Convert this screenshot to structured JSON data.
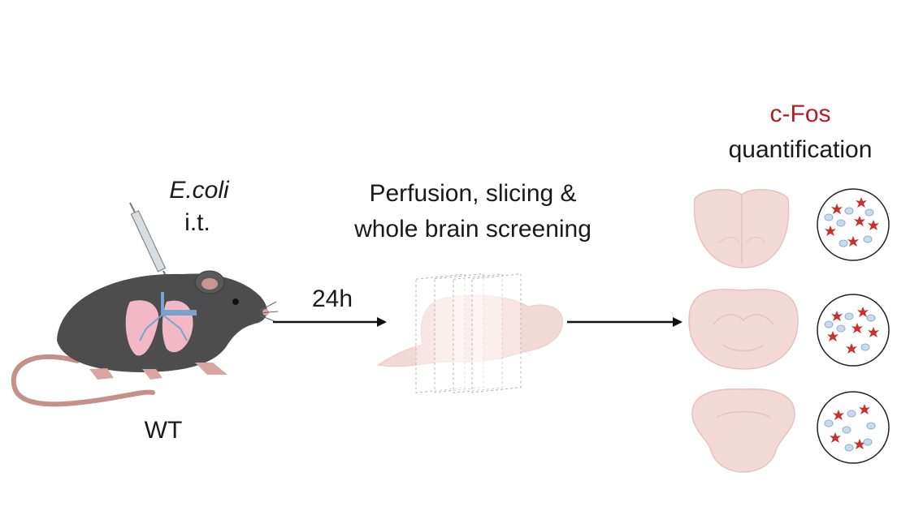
{
  "labels": {
    "bacteria": "E.coli",
    "route": "i.t.",
    "strain": "WT",
    "time": "24h",
    "process_line1": "Perfusion, slicing &",
    "process_line2": "whole brain screening",
    "marker": "c-Fos",
    "readout": "quantification"
  },
  "colors": {
    "marker_text": "#b01e23",
    "mouse_body": "#4d4d4d",
    "mouse_skin": "#d9a5a0",
    "lung": "#f2b8c6",
    "airway": "#7aa2cf",
    "brain": "#f3d9d6",
    "brain_outline": "#e6c2be",
    "cell_red": "#c8322e",
    "cell_blue": "#a9c4dc"
  },
  "icons": [
    "syringe-icon",
    "mouse-icon",
    "lungs-icon",
    "brain-icon",
    "brain-slice-icon",
    "magnified-cells-icon",
    "arrow-icon"
  ]
}
